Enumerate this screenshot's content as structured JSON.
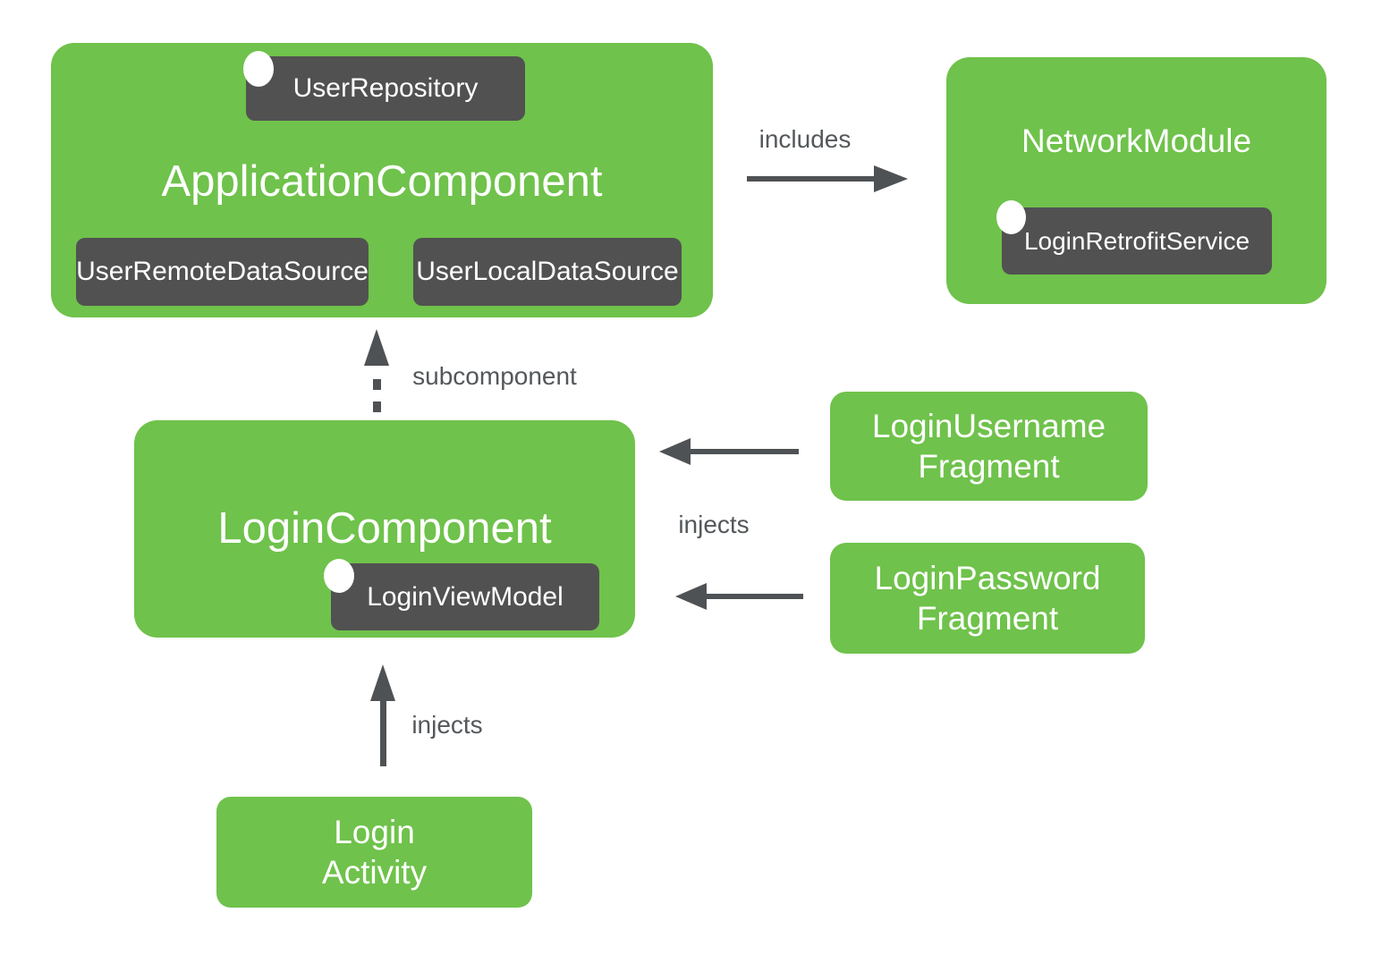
{
  "diagram": {
    "application_component": {
      "title": "ApplicationComponent",
      "provision": "UserRepository",
      "children": [
        "UserRemoteDataSource",
        "UserLocalDataSource"
      ]
    },
    "network_module": {
      "title": "NetworkModule",
      "provision": "LoginRetrofitService"
    },
    "login_component": {
      "title": "LoginComponent",
      "provision": "LoginViewModel"
    },
    "login_username_fragment": {
      "line1": "LoginUsername",
      "line2": "Fragment"
    },
    "login_password_fragment": {
      "line1": "LoginPassword",
      "line2": "Fragment"
    },
    "login_activity": {
      "line1": "Login",
      "line2": "Activity"
    },
    "edges": {
      "includes": "includes",
      "subcomponent": "subcomponent",
      "injects_fragments": "injects",
      "injects_activity": "injects"
    },
    "colors": {
      "box_green": "#6FC24B",
      "badge_gray": "#515151",
      "arrow_gray": "#4F5254",
      "label_gray": "#54585B",
      "text_white": "#FFFFFF",
      "background": "#FFFFFF",
      "provider_dot": "#FFFFFF"
    }
  }
}
